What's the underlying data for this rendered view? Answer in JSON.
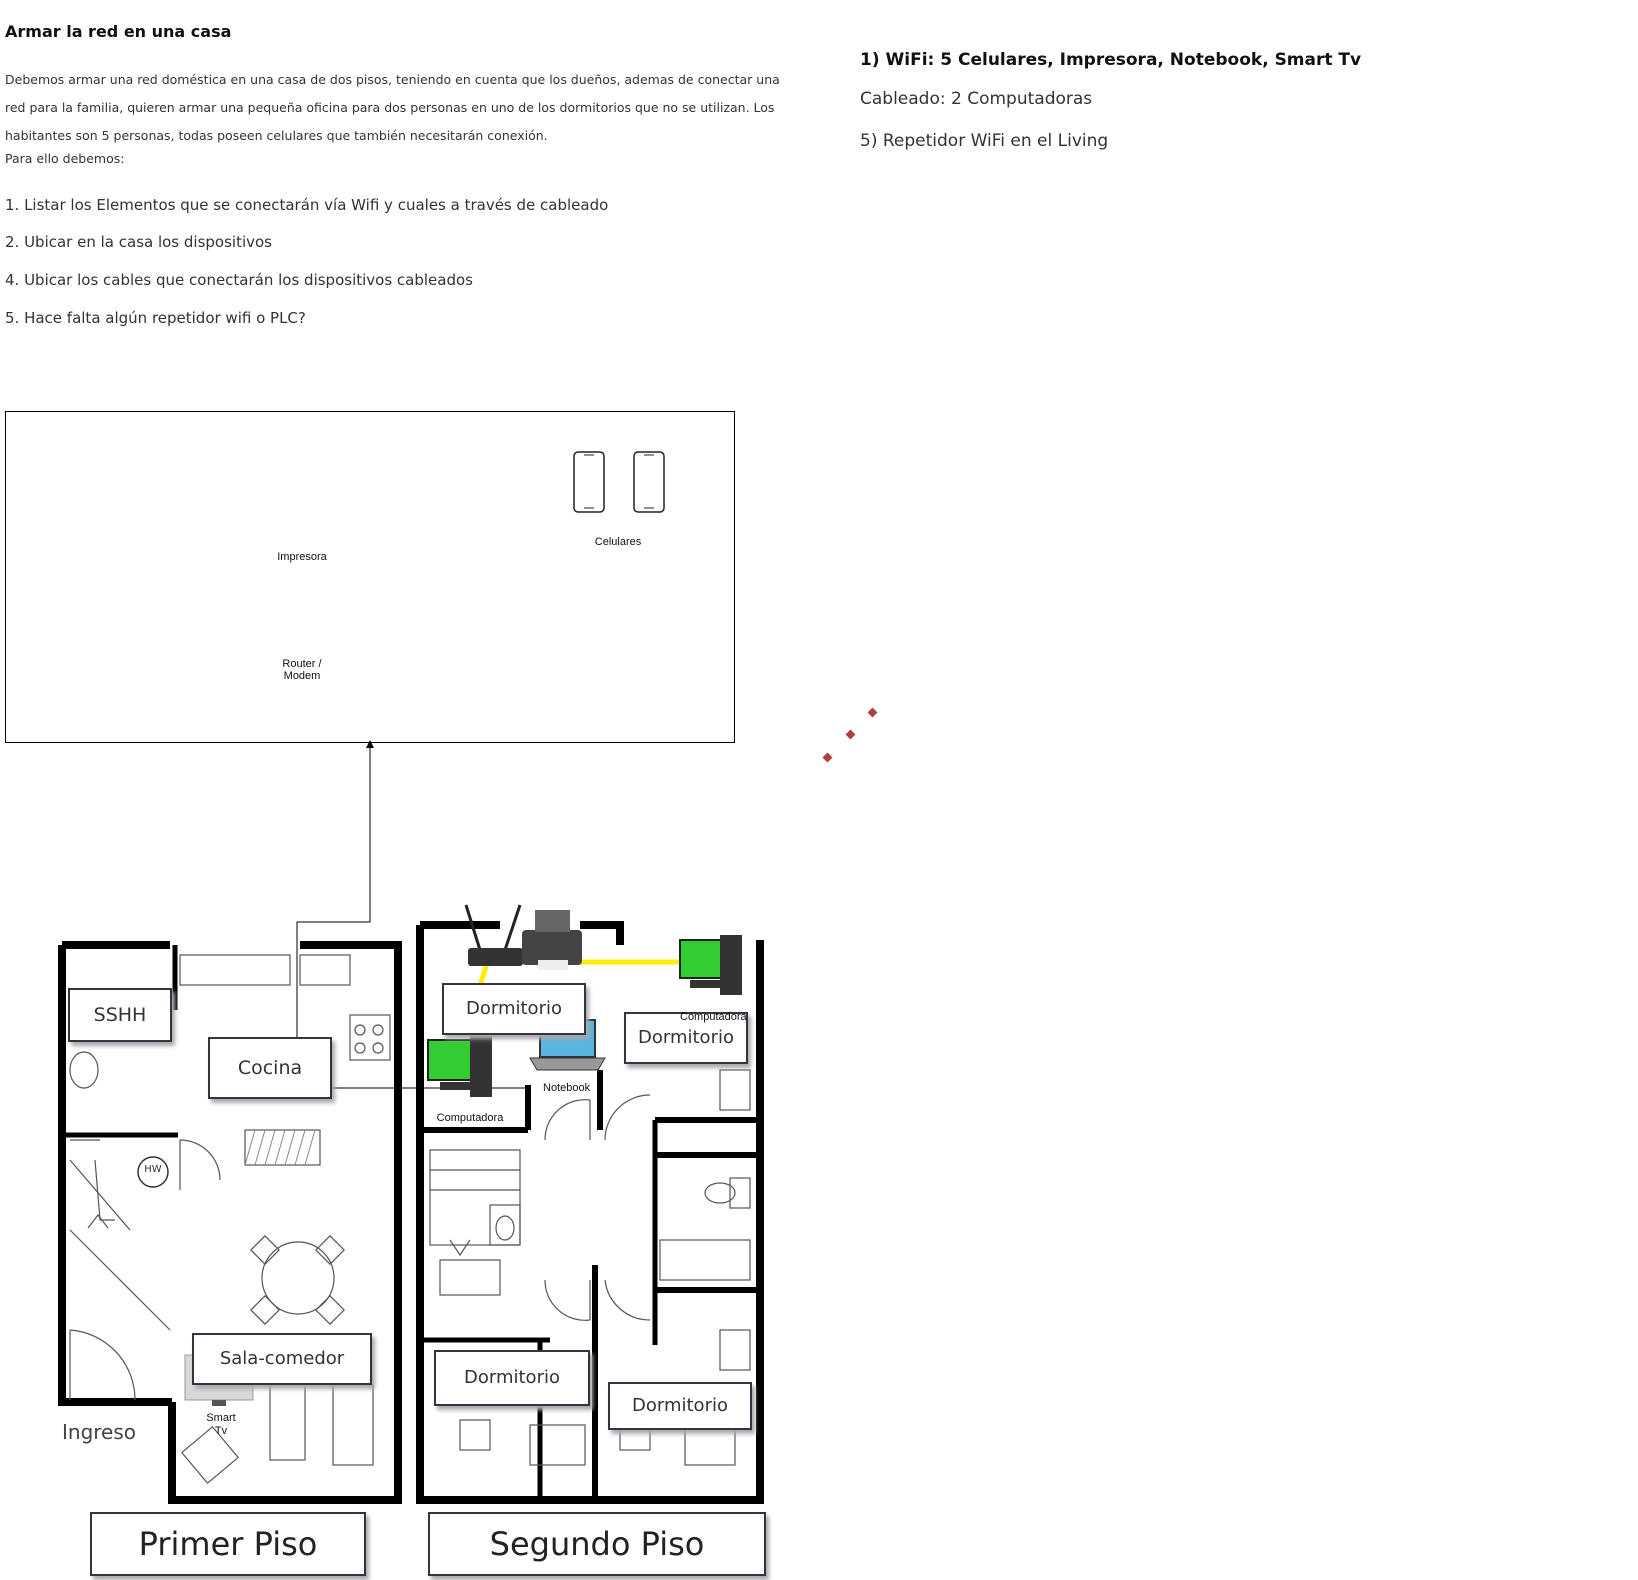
{
  "header": {
    "title": "Armar la red en una casa"
  },
  "intro": {
    "line1": "Debemos armar una red doméstica en una casa de dos pisos, teniendo en cuenta que los dueños, ademas de conectar una",
    "line2": "red para la familia, quieren armar una pequeña oficina para dos personas en uno de los dormitorios que no se utilizan. Los",
    "line3": "habitantes son 5 personas, todas poseen celulares que también necesitarán conexión.",
    "line4": "Para ello debemos:"
  },
  "steps": [
    "1. Listar los Elementos que se conectarán vía Wifi y cuales a través de cableado",
    "2. Ubicar en la casa los dispositivos",
    "4. Ubicar los cables que conectarán los dispositivos cableados",
    "5. Hace falta algún repetidor wifi o PLC?"
  ],
  "answers": {
    "wifi": "1)  WiFi: 5 Celulares, Impresora, Notebook, Smart Tv",
    "wired": "Cableado: 2 Computadoras",
    "repeater": "5) Repetidor WiFi en el Living"
  },
  "legend_box": {
    "printer_label": "Impresora",
    "phones_label": "Celulares",
    "router_label_1": "Router /",
    "router_label_2": "Modem"
  },
  "floorplan": {
    "first_floor_title": "Primer Piso",
    "second_floor_title": "Segundo Piso",
    "rooms": {
      "sshh": "SSHH",
      "cocina": "Cocina",
      "sala": "Sala-comedor",
      "ingreso": "Ingreso",
      "dorm1": "Dormitorio",
      "dorm2": "Dormitorio",
      "dorm3": "Dormitorio",
      "dorm4": "Dormitorio",
      "hw": "HW"
    },
    "devices": {
      "computer_a": "Computadora",
      "computer_b": "Computadora",
      "notebook": "Notebook",
      "smart_tv_1": "Smart",
      "smart_tv_2": "Tv"
    }
  },
  "colors": {
    "cable": "#ffee00",
    "screen": "#33cc33",
    "diamond": "#b04040"
  }
}
